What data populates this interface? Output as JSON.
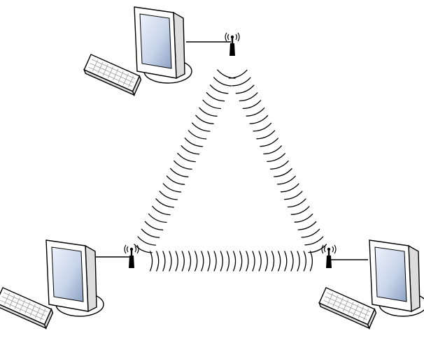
{
  "diagram": {
    "kind": "wireless ad-hoc network",
    "nodes": [
      {
        "id": "computer-top",
        "role": "workstation",
        "icon": "desktop-computer-icon",
        "antenna_icon": "antenna-icon"
      },
      {
        "id": "computer-bottom-left",
        "role": "workstation",
        "icon": "desktop-computer-icon",
        "antenna_icon": "antenna-icon"
      },
      {
        "id": "computer-bottom-right",
        "role": "workstation",
        "icon": "desktop-computer-icon",
        "antenna_icon": "antenna-icon"
      }
    ],
    "links": [
      {
        "from": "computer-top",
        "to": "computer-bottom-left",
        "medium": "wireless",
        "waves": 24
      },
      {
        "from": "computer-top",
        "to": "computer-bottom-right",
        "medium": "wireless",
        "waves": 24
      },
      {
        "from": "computer-bottom-left",
        "to": "computer-bottom-right",
        "medium": "wireless",
        "waves": 26
      }
    ],
    "colors": {
      "line": "#000000",
      "monitor_body": "#ffffff",
      "screen_light": "#eef3fb",
      "screen_dark": "#8ea2c4",
      "background": "#ffffff"
    }
  }
}
